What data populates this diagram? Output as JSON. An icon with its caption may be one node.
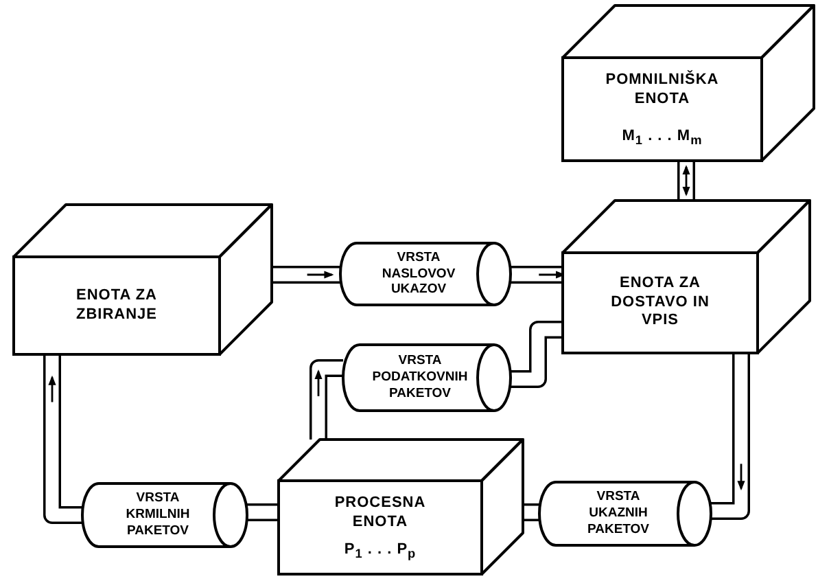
{
  "diagram": {
    "nodes": [
      {
        "text": [
          "POMNILNIŠKA ENOTA",
          "M$_{1}$ . . . M$_{m}$"
        ]
      },
      {
        "text": [
          "ENOTA ZA ZBIRANJE"
        ]
      },
      {
        "text": [
          "VRSTA NASLOVOV UKAZOV"
        ]
      },
      {
        "text": [
          "ENOTA ZA DOSTAVO IN VPIS"
        ]
      },
      {
        "text": [
          "VRSTA PODATKOVNIH PAKETOV"
        ]
      },
      {
        "text": [
          "VRSTA KRMILNIH PAKETOV"
        ]
      },
      {
        "text": [
          "PROCESNA ENOTA",
          "P$_{1}$ . . . P$_{p}$"
        ]
      },
      {
        "text": [
          "VRSTA UKAZNIH PAKETOV"
        ]
      }
    ],
    "edges": [
      {
        "from": 1,
        "to": 2,
        "arrow": "to"
      },
      {
        "from": 2,
        "to": 3,
        "arrow": "to"
      },
      {
        "from": 0,
        "to": 3,
        "arrow": "both"
      },
      {
        "from": 6,
        "to": 4,
        "arrow": "to"
      },
      {
        "from": 4,
        "to": 3,
        "arrow": "none"
      },
      {
        "from": 3,
        "to": 7,
        "arrow": "to"
      },
      {
        "from": 7,
        "to": 6,
        "arrow": "none"
      },
      {
        "from": 6,
        "to": 5,
        "arrow": "none"
      },
      {
        "from": 5,
        "to": 1,
        "arrow": "to"
      }
    ]
  }
}
